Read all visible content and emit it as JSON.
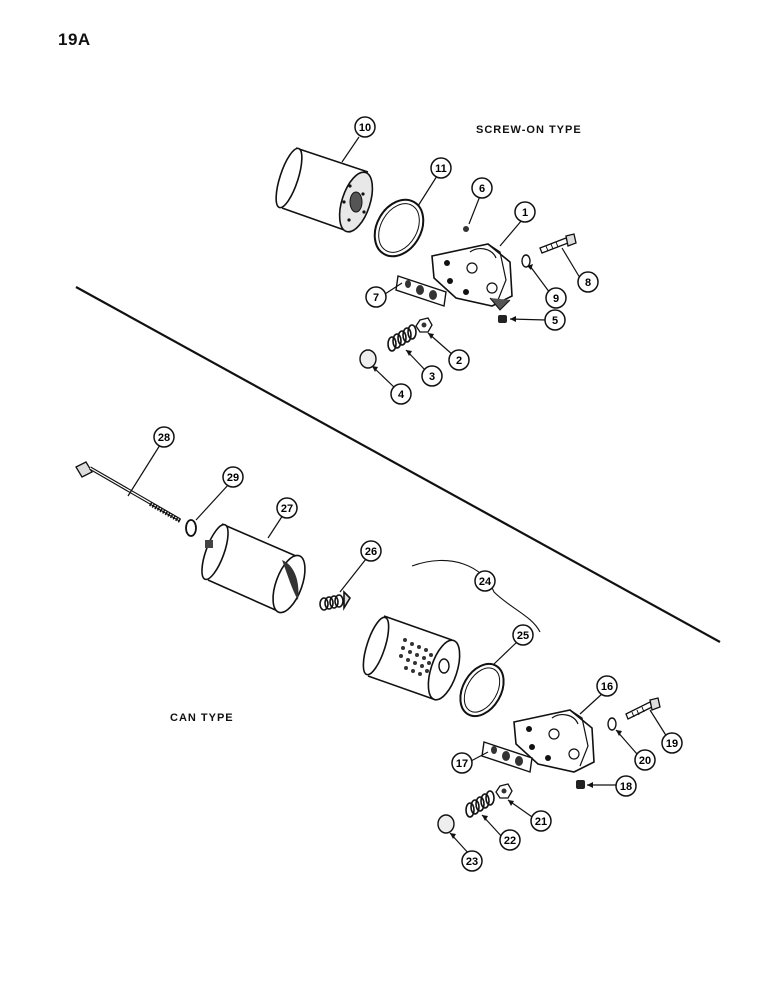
{
  "page": {
    "title": "19A"
  },
  "sections": {
    "screw_on": "SCREW-ON TYPE",
    "can": "CAN TYPE"
  },
  "callouts": [
    "10",
    "11",
    "6",
    "1",
    "8",
    "9",
    "7",
    "5",
    "2",
    "3",
    "4",
    "28",
    "29",
    "27",
    "26",
    "24",
    "25",
    "16",
    "19",
    "20",
    "17",
    "18",
    "21",
    "22",
    "23"
  ]
}
